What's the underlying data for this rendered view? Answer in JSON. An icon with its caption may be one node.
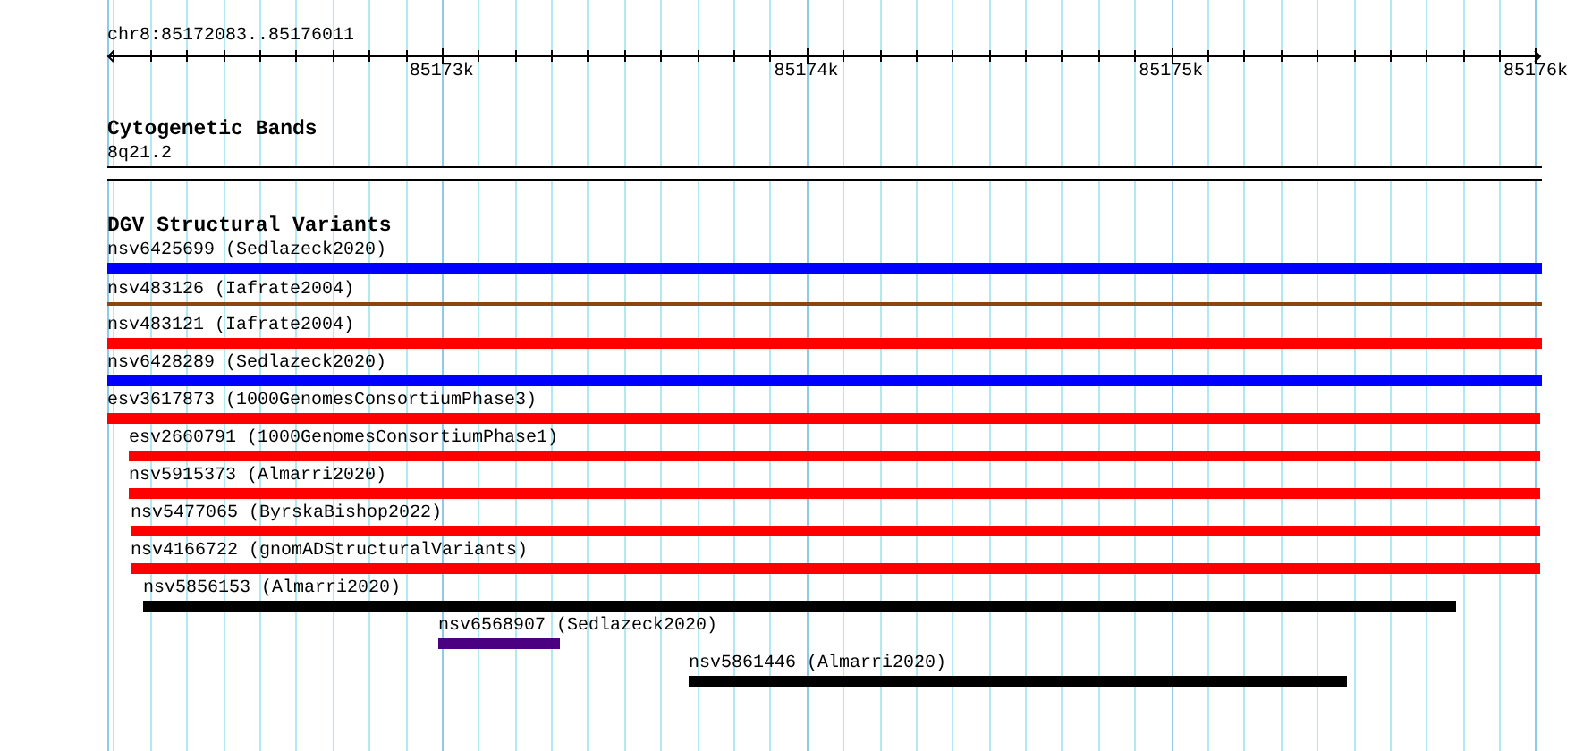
{
  "diagram": {
    "nodes": [
      {
        "text": [
          "8q21.2"
        ]
      },
      {
        "text": [
          "nsv6425699 (Sedlazeck2020)"
        ]
      },
      {
        "text": [
          "nsv483126 (Iafrate2004)"
        ]
      },
      {
        "text": [
          "nsv483121 (Iafrate2004)"
        ]
      },
      {
        "text": [
          "nsv6428289 (Sedlazeck2020)"
        ]
      },
      {
        "text": [
          "esv3617873 (1000GenomesConsortiumPhase3)"
        ]
      },
      {
        "text": [
          "esv2660791 (1000GenomesConsortiumPhase1)"
        ]
      },
      {
        "text": [
          "nsv5915373 (Almarri2020)"
        ]
      },
      {
        "text": [
          "nsv5477065 (ByrskaBishop2022)"
        ]
      },
      {
        "text": [
          "nsv4166722 (gnomADStructuralVariants)"
        ]
      },
      {
        "text": [
          "nsv5856153 (Almarri2020)"
        ]
      },
      {
        "text": [
          "nsv6568907 (Sedlazeck2020)"
        ]
      },
      {
        "text": [
          "nsv5861446 (Almarri2020)"
        ]
      }
    ],
    "labels": [
      "chr8:85172083..85176011",
      "85173k",
      "85174k",
      "85175k",
      "85176k",
      "Cytogenetic Bands",
      "DGV Structural Variants"
    ]
  }
}
